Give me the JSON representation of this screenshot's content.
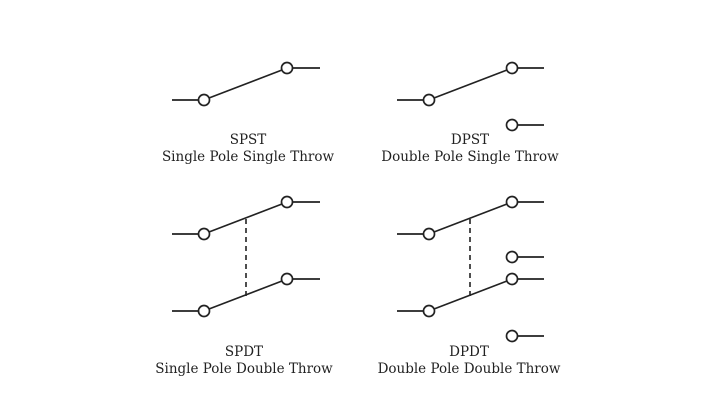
{
  "colors": {
    "background": "#ffffff",
    "stroke": "#222222"
  },
  "switches": [
    {
      "abbr": "SPST",
      "name": "Single Pole Single Throw"
    },
    {
      "abbr": "DPST",
      "name": "Double Pole Single Throw"
    },
    {
      "abbr": "SPDT",
      "name": "Single Pole Double Throw"
    },
    {
      "abbr": "DPDT",
      "name": "Double Pole Double Throw"
    }
  ]
}
